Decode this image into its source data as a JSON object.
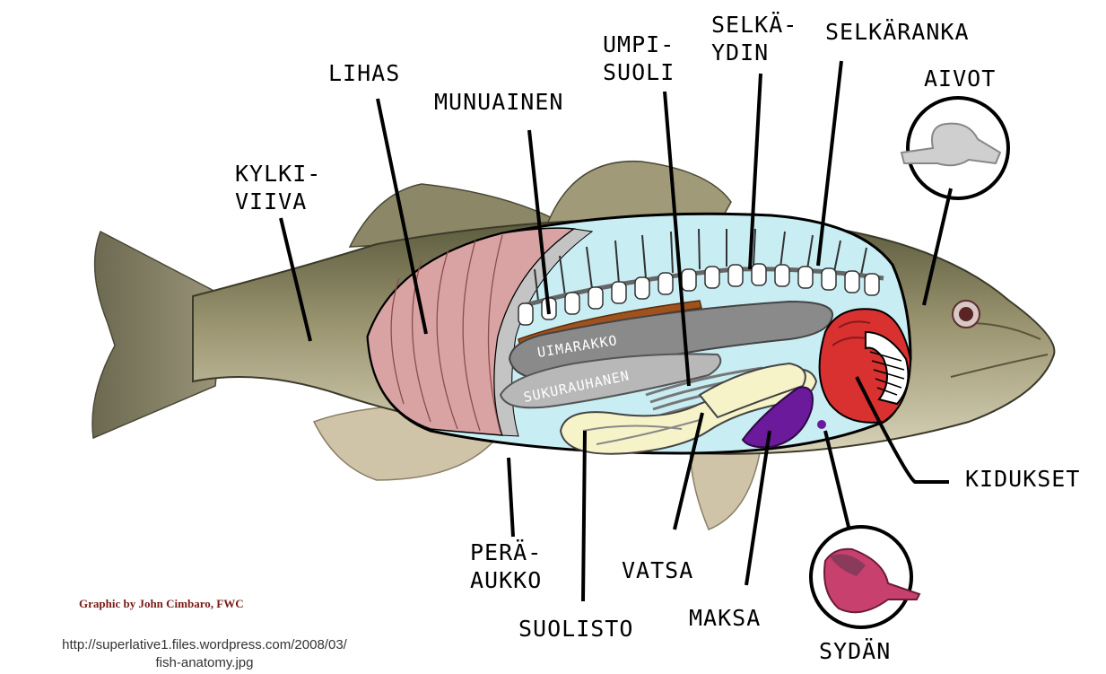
{
  "labels": {
    "kylkiviiva": [
      "KYLKI-",
      "VIIVA"
    ],
    "lihas": [
      "LIHAS"
    ],
    "munuainen": [
      "MUNUAINEN"
    ],
    "umpisuoli": [
      "UMPI-",
      "SUOLI"
    ],
    "selkaydin": [
      "SELKÄ-",
      "YDIN"
    ],
    "selkaranka": [
      "SELKÄRANKA"
    ],
    "aivot": [
      "AIVOT"
    ],
    "kidukset": [
      "KIDUKSET"
    ],
    "peraaukko": [
      "PERÄ-",
      "AUKKO"
    ],
    "vatsa": [
      "VATSA"
    ],
    "suolisto": [
      "SUOLISTO"
    ],
    "maksa": [
      "MAKSA"
    ],
    "sydan": [
      "SYDÄN"
    ],
    "uimarakko": "UIMARAKKO",
    "sukurauhanen": "SUKURAUHANEN"
  },
  "credit": "Graphic by John Cimbaro, FWC",
  "source_url": [
    "http://superlative1.files.wordpress.com/2008/03/",
    "fish-anatomy.jpg"
  ],
  "colors": {
    "body_cavity": "#c8eef4",
    "muscle": "#d9a3a3",
    "swim_bladder": "#8a8a8a",
    "kidney": "#a0521d",
    "gills": "#d93030",
    "liver": "#6a1a9a",
    "heart": "#c8406e",
    "intestine": "#f6f3c8"
  }
}
